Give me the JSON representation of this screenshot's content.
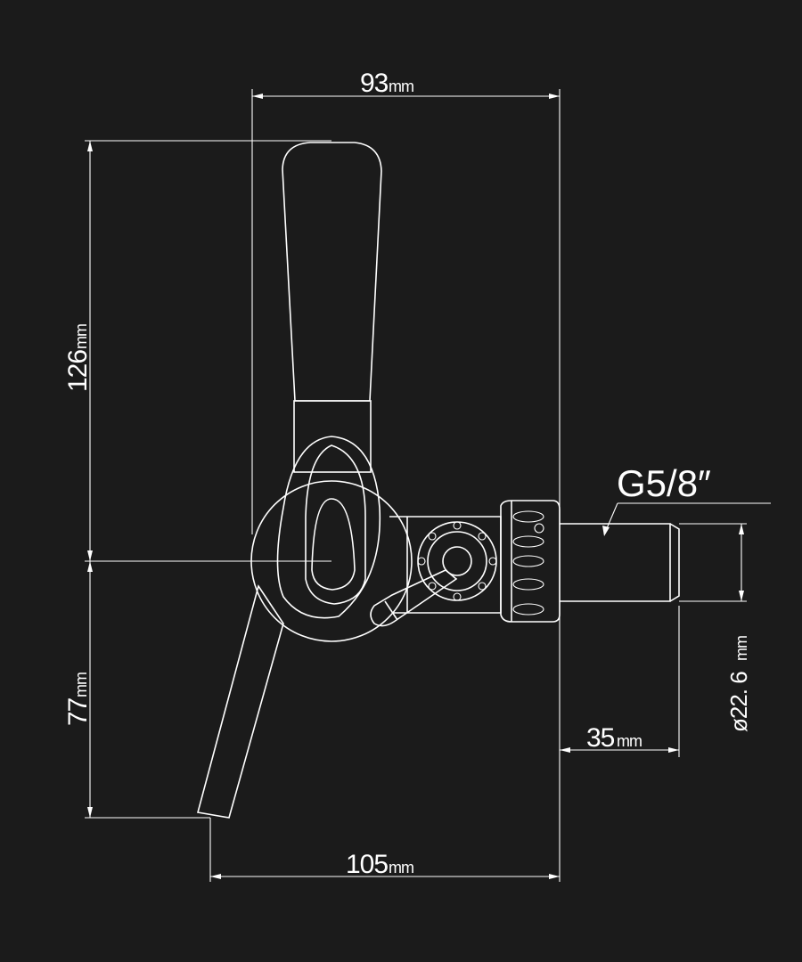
{
  "dimensions": {
    "width_top": {
      "value": "93",
      "unit": "mm"
    },
    "height_handle": {
      "value": "126",
      "unit": "mm"
    },
    "height_spout": {
      "value": "77",
      "unit": "mm"
    },
    "width_bottom": {
      "value": "105",
      "unit": "mm"
    },
    "shank_length": {
      "value": "35",
      "unit": "mm"
    },
    "shank_diameter": {
      "value": "ø22. 6",
      "unit": "mm"
    }
  },
  "thread_label": "G5/8″",
  "colors": {
    "background": "#1b1b1b",
    "line": "#ffffff"
  }
}
